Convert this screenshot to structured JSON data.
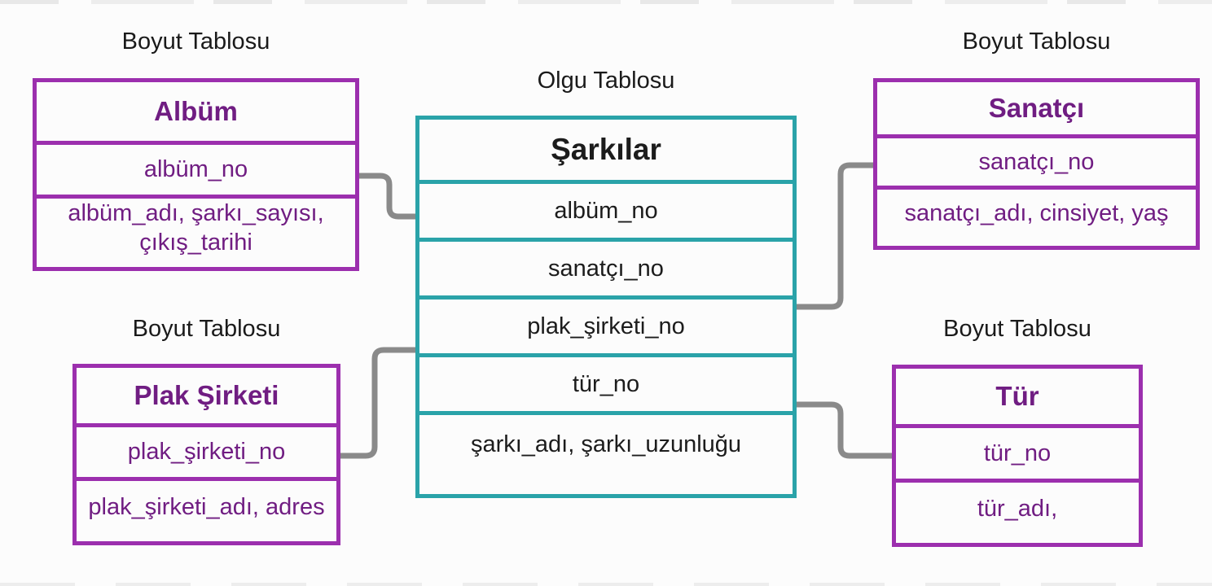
{
  "colors": {
    "background": "#fcfcfc",
    "dimension_border": "#9c2fae",
    "dimension_text": "#701d82",
    "fact_border": "#2aa3a9",
    "fact_text": "#1c1c1c",
    "label_text": "#1a1a1a",
    "connector": "#8a8a8a"
  },
  "tables": {
    "album": {
      "type_label": "Boyut Tablosu",
      "title": "Albüm",
      "rows": [
        "albüm_no",
        "albüm_adı, şarkı_sayısı, çıkış_tarihi"
      ]
    },
    "fact": {
      "type_label": "Olgu Tablosu",
      "title": "Şarkılar",
      "rows": [
        "albüm_no",
        "sanatçı_no",
        "plak_şirketi_no",
        "tür_no",
        "şarkı_adı, şarkı_uzunluğu"
      ]
    },
    "sanatci": {
      "type_label": "Boyut Tablosu",
      "title": "Sanatçı",
      "rows": [
        "sanatçı_no",
        "sanatçı_adı, cinsiyet, yaş"
      ]
    },
    "plak": {
      "type_label": "Boyut Tablosu",
      "title": "Plak Şirketi",
      "rows": [
        "plak_şirketi_no",
        "plak_şirketi_adı, adres"
      ]
    },
    "tur": {
      "type_label": "Boyut Tablosu",
      "title": "Tür",
      "rows": [
        "tür_no",
        "tür_adı,"
      ]
    }
  },
  "connections": [
    {
      "from": "Albüm.albüm_no",
      "to": "Şarkılar.albüm_no"
    },
    {
      "from": "Sanatçı.sanatçı_no",
      "to": "Şarkılar.sanatçı_no"
    },
    {
      "from": "Plak Şirketi.plak_şirketi_no",
      "to": "Şarkılar.plak_şirketi_no"
    },
    {
      "from": "Şarkılar.tür_no",
      "to": "Tür.tür_no"
    }
  ]
}
